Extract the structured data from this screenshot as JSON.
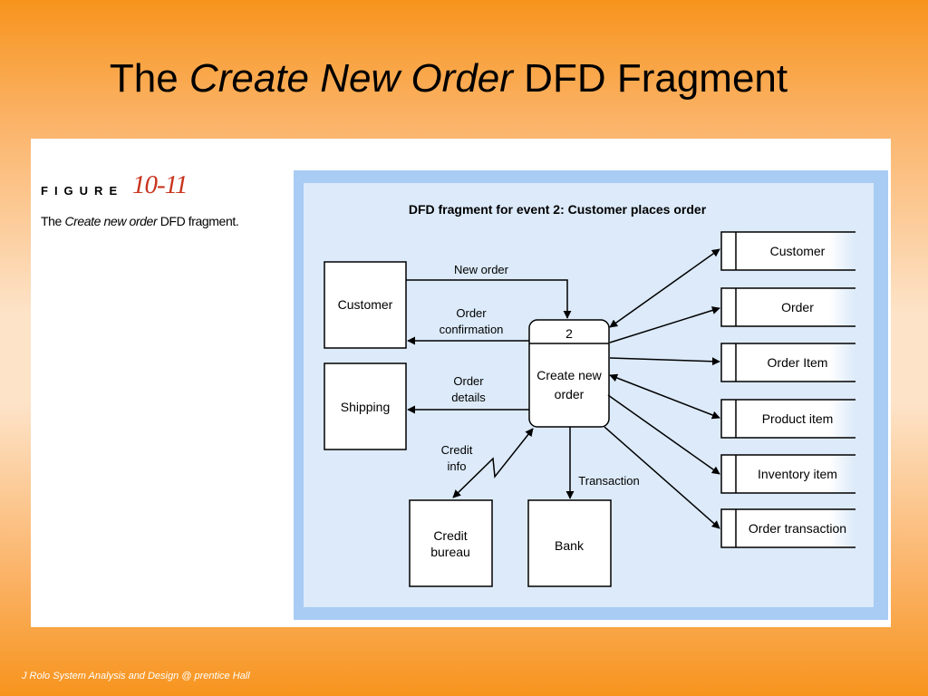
{
  "slide": {
    "title_pre": "The",
    "title_italic": "Create New Order",
    "title_post": "DFD Fragment",
    "footer": "J Rolo System Analysis and Design @ prentice Hall"
  },
  "figure": {
    "label": "FIGURE",
    "number": "10-11",
    "caption_pre": "The",
    "caption_italic": "Create new order",
    "caption_post": "DFD fragment."
  },
  "diagram": {
    "title": "DFD fragment for event 2: Customer places order",
    "process": {
      "number": "2",
      "line1": "Create new",
      "line2": "order"
    },
    "entities": {
      "customer": "Customer",
      "shipping": "Shipping",
      "credit_bureau_1": "Credit",
      "credit_bureau_2": "bureau",
      "bank": "Bank"
    },
    "stores": [
      "Customer",
      "Order",
      "Order Item",
      "Product item",
      "Inventory item",
      "Order transaction"
    ],
    "flows": {
      "new_order": "New order",
      "order_confirmation_1": "Order",
      "order_confirmation_2": "confirmation",
      "order_details_1": "Order",
      "order_details_2": "details",
      "credit_info_1": "Credit",
      "credit_info_2": "info",
      "transaction": "Transaction"
    }
  }
}
